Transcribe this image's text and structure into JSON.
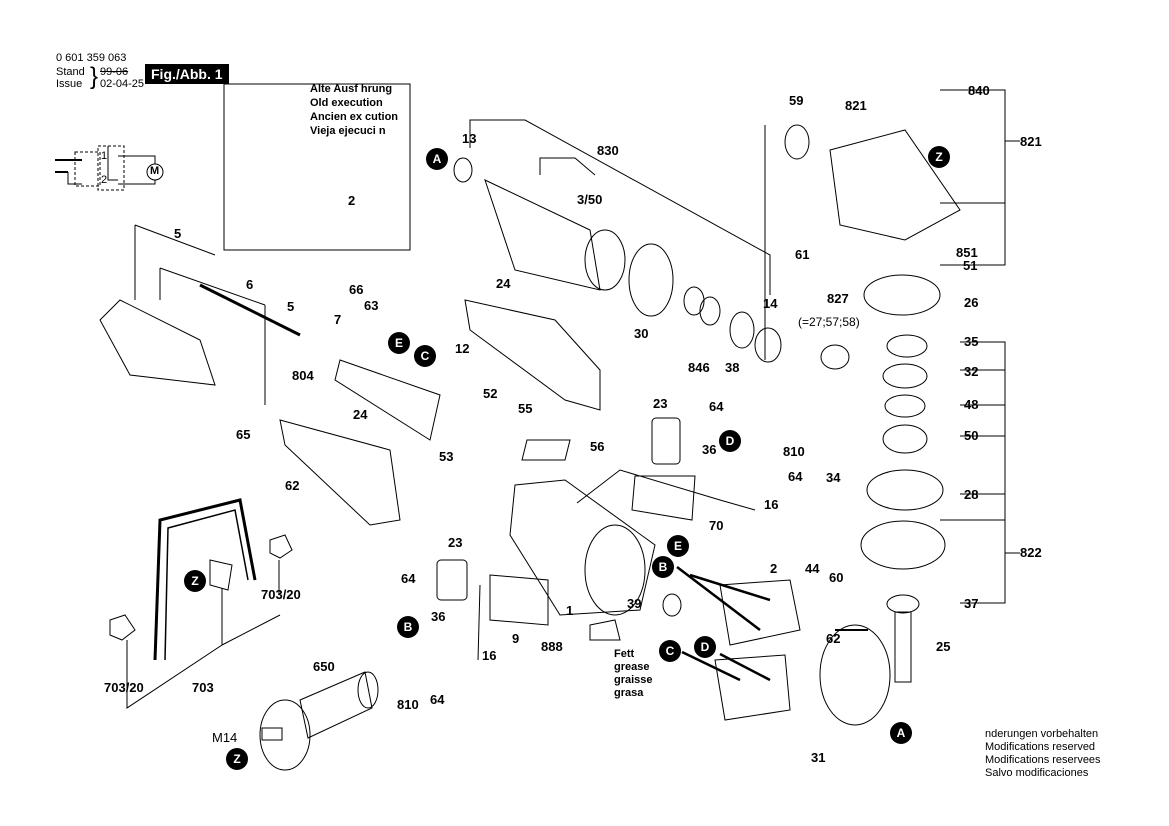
{
  "header": {
    "part_number": "0 601 359 063",
    "stand_label": "Stand",
    "stand_value_struck": "99-06",
    "issue_label": "Issue",
    "issue_value": "02-04-25",
    "figure_label": "Fig./Abb. 1"
  },
  "old_execution_box": {
    "lines": [
      "Alte Ausf hrung",
      "Old execution",
      "Ancien ex cution",
      "Vieja ejecuci n"
    ],
    "part_ref": "2"
  },
  "wiring": {
    "contact_1": "1",
    "contact_2": "2",
    "motor_symbol": "M"
  },
  "grease_note": [
    "Fett",
    "grease",
    "graisse",
    "grasa"
  ],
  "modifications_note": [
    "nderungen vorbehalten",
    "Modifications reserved",
    "Modifications reservees",
    "Salvo modificaciones"
  ],
  "connector_markers": [
    "A",
    "B",
    "C",
    "D",
    "E",
    "Z"
  ],
  "part_labels": {
    "p5a": "5",
    "p6": "6",
    "p5b": "5",
    "p7": "7",
    "p66": "66",
    "p63": "63",
    "p804": "804",
    "p12": "12",
    "p52": "52",
    "p53": "53",
    "p24a": "24",
    "p24b": "24",
    "p55": "55",
    "p65": "65",
    "p62a": "62",
    "p13": "13",
    "p830": "830",
    "p350": "3/50",
    "p30": "30",
    "p846": "846",
    "p38": "38",
    "p14": "14",
    "p59": "59",
    "p821a": "821",
    "p840": "840",
    "p821b": "821",
    "p61": "61",
    "p827": "827",
    "p827note": "(=27;57;58)",
    "p851": "851",
    "p51": "51",
    "p26": "26",
    "p35": "35",
    "p32": "32",
    "p48": "48",
    "p50": "50",
    "p34": "34",
    "p28": "28",
    "p822": "822",
    "p60": "60",
    "p37": "37",
    "p25": "25",
    "p62b": "62",
    "p44": "44",
    "p2": "2",
    "p31": "31",
    "p39": "39",
    "p888": "888",
    "p9": "9",
    "p1": "1",
    "p70": "70",
    "p56": "56",
    "p23a": "23",
    "p64a": "64",
    "p810a": "810",
    "p36a": "36",
    "p64b": "64",
    "p16a": "16",
    "p23b": "23",
    "p64c": "64",
    "p36b": "36",
    "p16b": "16",
    "p810b": "810",
    "p64d": "64",
    "p703a": "703/20",
    "p703b": "703/20",
    "p703": "703",
    "p650": "650",
    "pm14": "M14"
  }
}
